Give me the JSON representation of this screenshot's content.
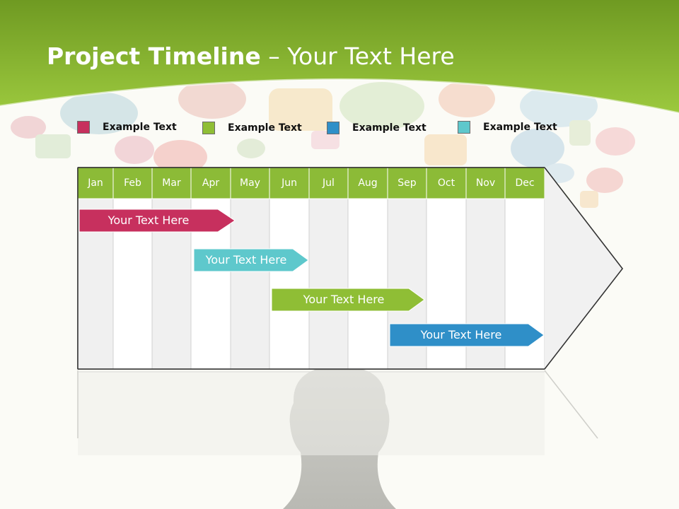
{
  "title": {
    "bold": "Project Timeline",
    "rest": " – Your Text Here"
  },
  "legend": [
    {
      "label": "Example Text",
      "color": "#c7305e"
    },
    {
      "label": "Example Text",
      "color": "#8fbe35"
    },
    {
      "label": "Example Text",
      "color": "#2f8fc8"
    },
    {
      "label": "Example Text",
      "color": "#5ec8cc"
    }
  ],
  "months": [
    "Jan",
    "Feb",
    "Mar",
    "Apr",
    "May",
    "Jun",
    "Jul",
    "Aug",
    "Sep",
    "Oct",
    "Nov",
    "Dec"
  ],
  "bars": [
    {
      "label": "Your  Text Here",
      "color": "#c7305e"
    },
    {
      "label": "Your  Text Here",
      "color": "#5ec8cc"
    },
    {
      "label": "Your  Text Here",
      "color": "#8fbe35"
    },
    {
      "label": "Your  Text Here",
      "color": "#2f8fc8"
    }
  ],
  "colors": {
    "header_green": "#8cbb37",
    "banner_green": "#8fbf3a"
  }
}
